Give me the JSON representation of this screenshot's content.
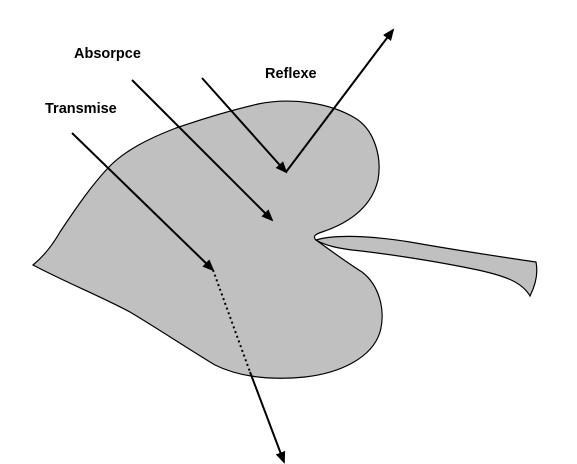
{
  "diagram": {
    "labels": {
      "absorption": "Absorpce",
      "reflection": "Reflexe",
      "transmission": "Transmise"
    },
    "colors": {
      "leaf_fill": "#c0c0c0",
      "outline": "#000000",
      "background": "#ffffff"
    }
  }
}
